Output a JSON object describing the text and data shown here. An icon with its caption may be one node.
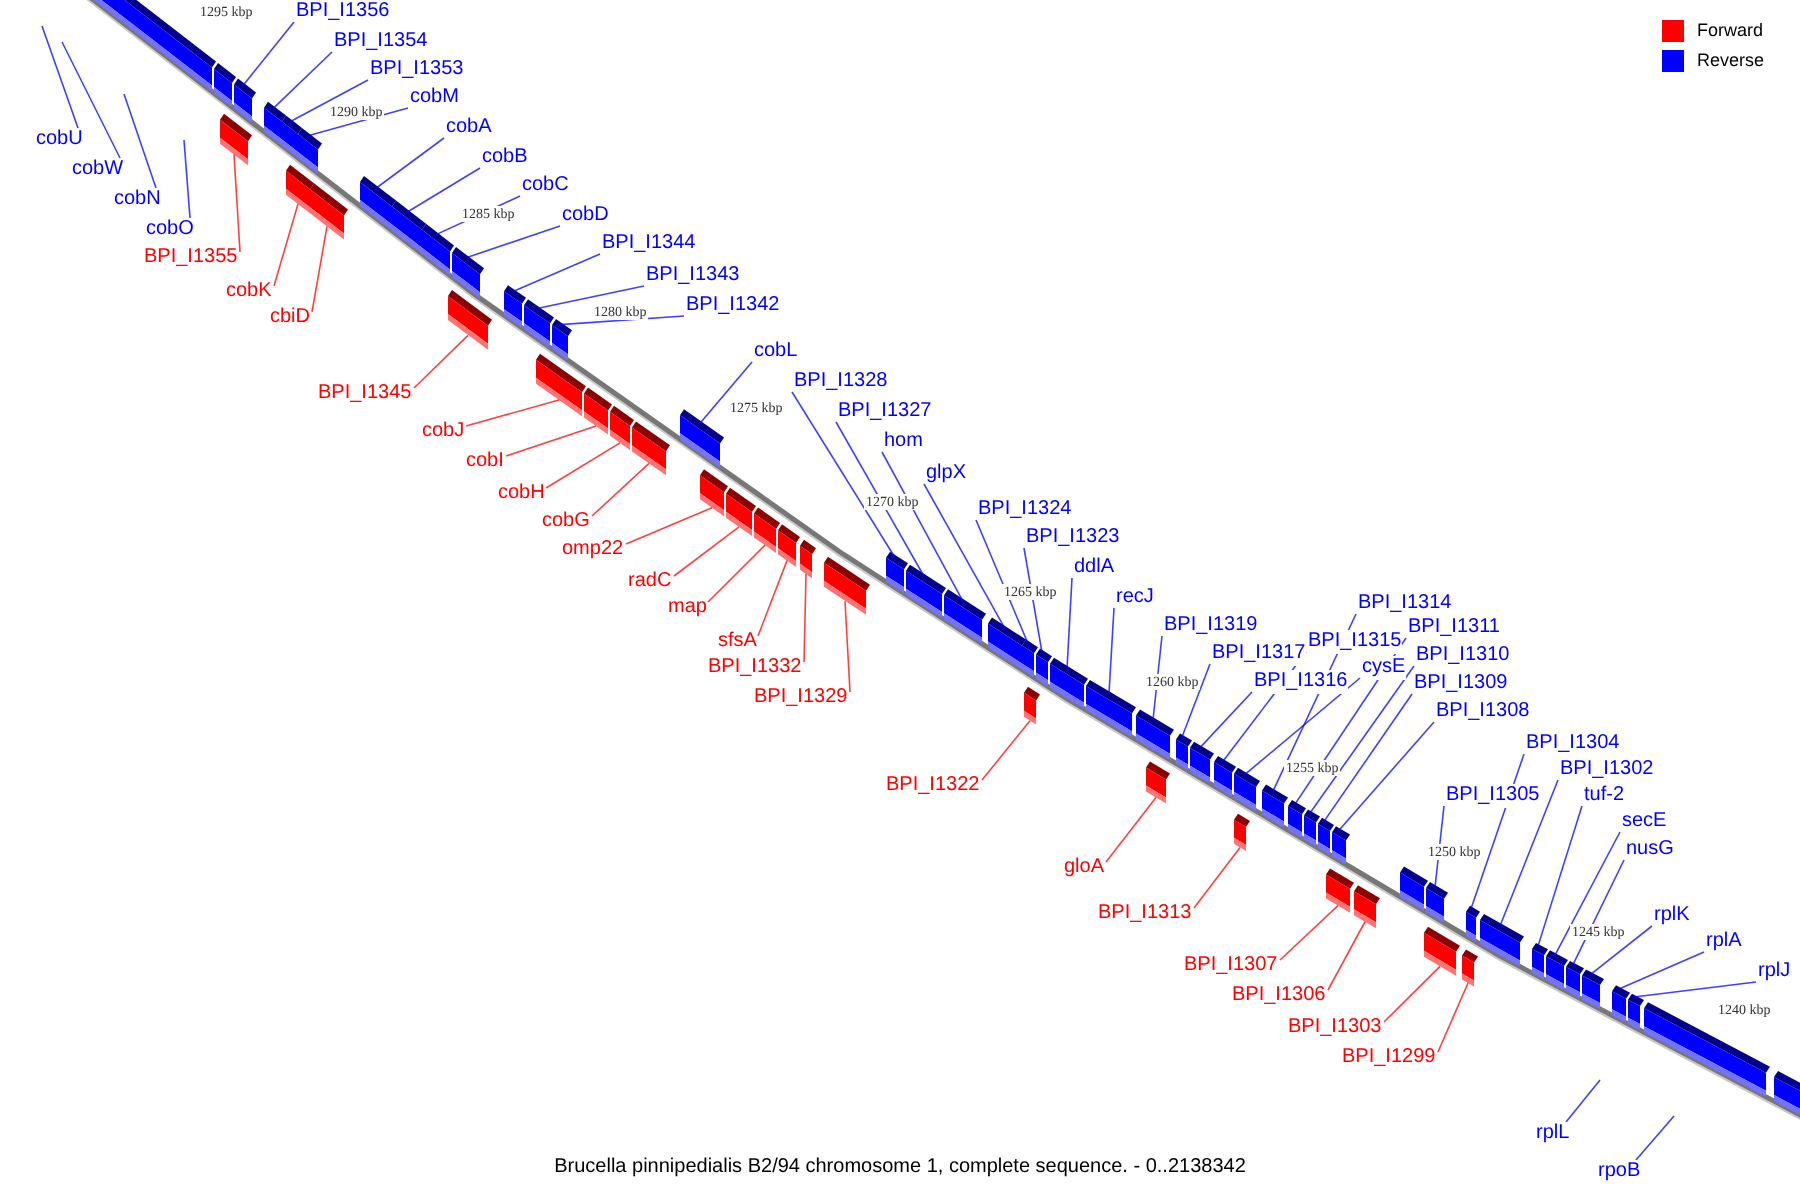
{
  "diagram": {
    "caption": "Brucella pinnipedialis B2/94 chromosome 1, complete sequence. - 0..2138342",
    "nodes": [
      {
        "text": [
          "BPI_I1356"
        ]
      },
      {
        "text": [
          "BPI_I1354"
        ]
      },
      {
        "text": [
          "BPI_I1353"
        ]
      },
      {
        "text": [
          "cobM"
        ]
      },
      {
        "text": [
          "cobA"
        ]
      },
      {
        "text": [
          "cobB"
        ]
      },
      {
        "text": [
          "cobC"
        ]
      },
      {
        "text": [
          "cobD"
        ]
      },
      {
        "text": [
          "BPI_I1344"
        ]
      },
      {
        "text": [
          "BPI_I1343"
        ]
      },
      {
        "text": [
          "BPI_I1342"
        ]
      },
      {
        "text": [
          "cobL"
        ]
      },
      {
        "text": [
          "BPI_I1328"
        ]
      },
      {
        "text": [
          "BPI_I1327"
        ]
      },
      {
        "text": [
          "hom"
        ]
      },
      {
        "text": [
          "glpX"
        ]
      },
      {
        "text": [
          "BPI_I1324"
        ]
      },
      {
        "text": [
          "BPI_I1323"
        ]
      },
      {
        "text": [
          "ddlA"
        ]
      },
      {
        "text": [
          "recJ"
        ]
      },
      {
        "text": [
          "BPI_I1319"
        ]
      },
      {
        "text": [
          "BPI_I1317"
        ]
      },
      {
        "text": [
          "BPI_I1316"
        ]
      },
      {
        "text": [
          "BPI_I1315"
        ]
      },
      {
        "text": [
          "cysE"
        ]
      },
      {
        "text": [
          "BPI_I1314"
        ]
      },
      {
        "text": [
          "BPI_I1311"
        ]
      },
      {
        "text": [
          "BPI_I1310"
        ]
      },
      {
        "text": [
          "BPI_I1309"
        ]
      },
      {
        "text": [
          "BPI_I1308"
        ]
      },
      {
        "text": [
          "BPI_I1305"
        ]
      },
      {
        "text": [
          "BPI_I1304"
        ]
      },
      {
        "text": [
          "BPI_I1302"
        ]
      },
      {
        "text": [
          "tuf-2"
        ]
      },
      {
        "text": [
          "secE"
        ]
      },
      {
        "text": [
          "nusG"
        ]
      },
      {
        "text": [
          "rplK"
        ]
      },
      {
        "text": [
          "rplA"
        ]
      },
      {
        "text": [
          "rplJ"
        ]
      },
      {
        "text": [
          "cobU"
        ]
      },
      {
        "text": [
          "cobW"
        ]
      },
      {
        "text": [
          "cobN"
        ]
      },
      {
        "text": [
          "cobO"
        ]
      },
      {
        "text": [
          "rplL"
        ]
      },
      {
        "text": [
          "rpoB"
        ]
      },
      {
        "text": [
          "BPI_I1355"
        ]
      },
      {
        "text": [
          "cobK"
        ]
      },
      {
        "text": [
          "cbiD"
        ]
      },
      {
        "text": [
          "BPI_I1345"
        ]
      },
      {
        "text": [
          "cobJ"
        ]
      },
      {
        "text": [
          "cobI"
        ]
      },
      {
        "text": [
          "cobH"
        ]
      },
      {
        "text": [
          "cobG"
        ]
      },
      {
        "text": [
          "omp22"
        ]
      },
      {
        "text": [
          "radC"
        ]
      },
      {
        "text": [
          "map"
        ]
      },
      {
        "text": [
          "sfsA"
        ]
      },
      {
        "text": [
          "BPI_I1332"
        ]
      },
      {
        "text": [
          "BPI_I1329"
        ]
      },
      {
        "text": [
          "BPI_I1322"
        ]
      },
      {
        "text": [
          "gloA"
        ]
      },
      {
        "text": [
          "BPI_I1313"
        ]
      },
      {
        "text": [
          "BPI_I1307"
        ]
      },
      {
        "text": [
          "BPI_I1306"
        ]
      },
      {
        "text": [
          "BPI_I1303"
        ]
      },
      {
        "text": [
          "BPI_I1299"
        ]
      },
      {
        "text": [],
        "shape": "bar"
      },
      {
        "text": [],
        "shape": "bar"
      },
      {
        "text": [],
        "shape": "bar"
      },
      {
        "text": [],
        "shape": "bar"
      },
      {
        "text": [],
        "shape": "bar"
      },
      {
        "text": [],
        "shape": "bar"
      },
      {
        "text": [],
        "shape": "bar"
      },
      {
        "text": [],
        "shape": "bar"
      },
      {
        "text": [],
        "shape": "bar"
      },
      {
        "text": [],
        "shape": "bar"
      },
      {
        "text": [],
        "shape": "bar"
      },
      {
        "text": [],
        "shape": "bar"
      },
      {
        "text": [],
        "shape": "bar"
      },
      {
        "text": [],
        "shape": "bar"
      },
      {
        "text": [],
        "shape": "bar"
      },
      {
        "text": [],
        "shape": "bar"
      },
      {
        "text": [],
        "shape": "bar"
      },
      {
        "text": [],
        "shape": "bar"
      },
      {
        "text": [],
        "shape": "bar"
      },
      {
        "text": [],
        "shape": "bar"
      },
      {
        "text": [],
        "shape": "bar"
      },
      {
        "text": [],
        "shape": "bar"
      },
      {
        "text": [],
        "shape": "bar"
      },
      {
        "text": [],
        "shape": "bar"
      },
      {
        "text": [],
        "shape": "bar"
      },
      {
        "text": [],
        "shape": "bar"
      },
      {
        "text": [],
        "shape": "bar"
      },
      {
        "text": [],
        "shape": "bar"
      },
      {
        "text": [],
        "shape": "bar"
      },
      {
        "text": [],
        "shape": "bar"
      },
      {
        "text": [],
        "shape": "bar"
      },
      {
        "text": [],
        "shape": "bar"
      },
      {
        "text": [],
        "shape": "bar"
      },
      {
        "text": [],
        "shape": "bar"
      },
      {
        "text": [],
        "shape": "bar"
      },
      {
        "text": [],
        "shape": "bar"
      },
      {
        "text": [],
        "shape": "bar"
      },
      {
        "text": [],
        "shape": "bar"
      },
      {
        "text": [],
        "shape": "bar"
      },
      {
        "text": [],
        "shape": "bar"
      },
      {
        "text": [],
        "shape": "bar"
      },
      {
        "text": [],
        "shape": "bar"
      },
      {
        "text": [],
        "shape": "bar"
      },
      {
        "text": [],
        "shape": "bar"
      },
      {
        "text": [],
        "shape": "bar"
      },
      {
        "text": [],
        "shape": "bar"
      },
      {
        "text": [],
        "shape": "bar"
      },
      {
        "text": [],
        "shape": "bar"
      },
      {
        "text": [],
        "shape": "bar"
      },
      {
        "text": [],
        "shape": "bar"
      },
      {
        "text": [],
        "shape": "bar"
      },
      {
        "text": [],
        "shape": "bar"
      },
      {
        "text": [],
        "shape": "bar"
      },
      {
        "text": [],
        "shape": "bar"
      },
      {
        "text": [],
        "shape": "bar"
      },
      {
        "text": [],
        "shape": "bar"
      },
      {
        "text": [],
        "shape": "bar"
      },
      {
        "text": [],
        "shape": "bar"
      },
      {
        "text": [],
        "shape": "bar"
      },
      {
        "text": [],
        "shape": "bar"
      },
      {
        "text": [],
        "shape": "bar"
      },
      {
        "text": [],
        "shape": "bar"
      },
      {
        "text": [],
        "shape": "bar"
      },
      {
        "text": [],
        "shape": "bar"
      },
      {
        "text": [],
        "shape": "bar"
      }
    ],
    "edges": [
      {
        "from": 0,
        "to": 68,
        "arrow": "none"
      },
      {
        "from": 1,
        "to": 69,
        "arrow": "none"
      },
      {
        "from": 2,
        "to": 70,
        "arrow": "none"
      },
      {
        "from": 3,
        "to": 71,
        "arrow": "none"
      },
      {
        "from": 4,
        "to": 72,
        "arrow": "none"
      },
      {
        "from": 5,
        "to": 73,
        "arrow": "none"
      },
      {
        "from": 6,
        "to": 74,
        "arrow": "none"
      },
      {
        "from": 7,
        "to": 75,
        "arrow": "none"
      },
      {
        "from": 8,
        "to": 76,
        "arrow": "none"
      },
      {
        "from": 9,
        "to": 77,
        "arrow": "none"
      },
      {
        "from": 10,
        "to": 78,
        "arrow": "none"
      },
      {
        "from": 11,
        "to": 79,
        "arrow": "none"
      },
      {
        "from": 12,
        "to": 80,
        "arrow": "none"
      },
      {
        "from": 13,
        "to": 81,
        "arrow": "none"
      },
      {
        "from": 14,
        "to": 82,
        "arrow": "none"
      },
      {
        "from": 15,
        "to": 83,
        "arrow": "none"
      },
      {
        "from": 16,
        "to": 84,
        "arrow": "none"
      },
      {
        "from": 17,
        "to": 85,
        "arrow": "none"
      },
      {
        "from": 18,
        "to": 86,
        "arrow": "none"
      },
      {
        "from": 19,
        "to": 87,
        "arrow": "none"
      },
      {
        "from": 20,
        "to": 88,
        "arrow": "none"
      },
      {
        "from": 21,
        "to": 89,
        "arrow": "none"
      },
      {
        "from": 22,
        "to": 90,
        "arrow": "none"
      },
      {
        "from": 23,
        "to": 91,
        "arrow": "none"
      },
      {
        "from": 24,
        "to": 92,
        "arrow": "none"
      },
      {
        "from": 25,
        "to": 93,
        "arrow": "none"
      },
      {
        "from": 26,
        "to": 94,
        "arrow": "none"
      },
      {
        "from": 27,
        "to": 95,
        "arrow": "none"
      },
      {
        "from": 28,
        "to": 96,
        "arrow": "none"
      },
      {
        "from": 29,
        "to": 97,
        "arrow": "none"
      },
      {
        "from": 30,
        "to": 99,
        "arrow": "none"
      },
      {
        "from": 31,
        "to": 100,
        "arrow": "none"
      },
      {
        "from": 32,
        "to": 101,
        "arrow": "none"
      },
      {
        "from": 33,
        "to": 102,
        "arrow": "none"
      },
      {
        "from": 34,
        "to": 103,
        "arrow": "none"
      },
      {
        "from": 35,
        "to": 104,
        "arrow": "none"
      },
      {
        "from": 36,
        "to": 105,
        "arrow": "none"
      },
      {
        "from": 37,
        "to": 106,
        "arrow": "none"
      },
      {
        "from": 38,
        "to": 107,
        "arrow": "none"
      },
      {
        "from": 39,
        "to": null,
        "arrow": "none"
      },
      {
        "from": 40,
        "to": null,
        "arrow": "none"
      },
      {
        "from": 41,
        "to": null,
        "arrow": "none"
      },
      {
        "from": 42,
        "to": null,
        "arrow": "none"
      },
      {
        "from": 43,
        "to": null,
        "arrow": "none"
      },
      {
        "from": 44,
        "to": null,
        "arrow": "none"
      },
      {
        "from": 45,
        "to": 110,
        "arrow": "none",
        "color": "#ff0000"
      },
      {
        "from": 46,
        "to": 111,
        "arrow": "none",
        "color": "#ff0000"
      },
      {
        "from": 47,
        "to": 112,
        "arrow": "none",
        "color": "#ff0000"
      },
      {
        "from": 48,
        "to": 113,
        "arrow": "none",
        "color": "#ff0000"
      },
      {
        "from": 49,
        "to": 114,
        "arrow": "none",
        "color": "#ff0000"
      },
      {
        "from": 50,
        "to": 115,
        "arrow": "none",
        "color": "#ff0000"
      },
      {
        "from": 51,
        "to": 116,
        "arrow": "none",
        "color": "#ff0000"
      },
      {
        "from": 52,
        "to": 117,
        "arrow": "none",
        "color": "#ff0000"
      },
      {
        "from": 53,
        "to": 118,
        "arrow": "none",
        "color": "#ff0000"
      },
      {
        "from": 54,
        "to": 119,
        "arrow": "none",
        "color": "#ff0000"
      },
      {
        "from": 55,
        "to": 120,
        "arrow": "none",
        "color": "#ff0000"
      },
      {
        "from": 56,
        "to": 121,
        "arrow": "none",
        "color": "#ff0000"
      },
      {
        "from": 57,
        "to": 122,
        "arrow": "none",
        "color": "#ff0000"
      },
      {
        "from": 58,
        "to": 123,
        "arrow": "none",
        "color": "#ff0000"
      },
      {
        "from": 59,
        "to": 124,
        "arrow": "none",
        "color": "#ff0000"
      },
      {
        "from": 60,
        "to": 125,
        "arrow": "none",
        "color": "#ff0000"
      },
      {
        "from": 61,
        "to": 126,
        "arrow": "none",
        "color": "#ff0000"
      },
      {
        "from": 62,
        "to": 127,
        "arrow": "none",
        "color": "#ff0000"
      },
      {
        "from": 63,
        "to": 128,
        "arrow": "none",
        "color": "#ff0000"
      },
      {
        "from": 64,
        "to": 129,
        "arrow": "none",
        "color": "#ff0000"
      },
      {
        "from": 65,
        "to": 130,
        "arrow": "none",
        "color": "#ff0000"
      }
    ],
    "labels": [
      "1295 kbp",
      "1290 kbp",
      "1285 kbp",
      "1280 kbp",
      "1275 kbp",
      "1270 kbp",
      "1265 kbp",
      "1260 kbp",
      "1255 kbp",
      "1250 kbp",
      "1245 kbp",
      "1240 kbp"
    ],
    "legend": [
      {
        "text": "Forward",
        "color": "#ff0000"
      },
      {
        "text": "Reverse",
        "color": "#0000ff"
      }
    ]
  }
}
